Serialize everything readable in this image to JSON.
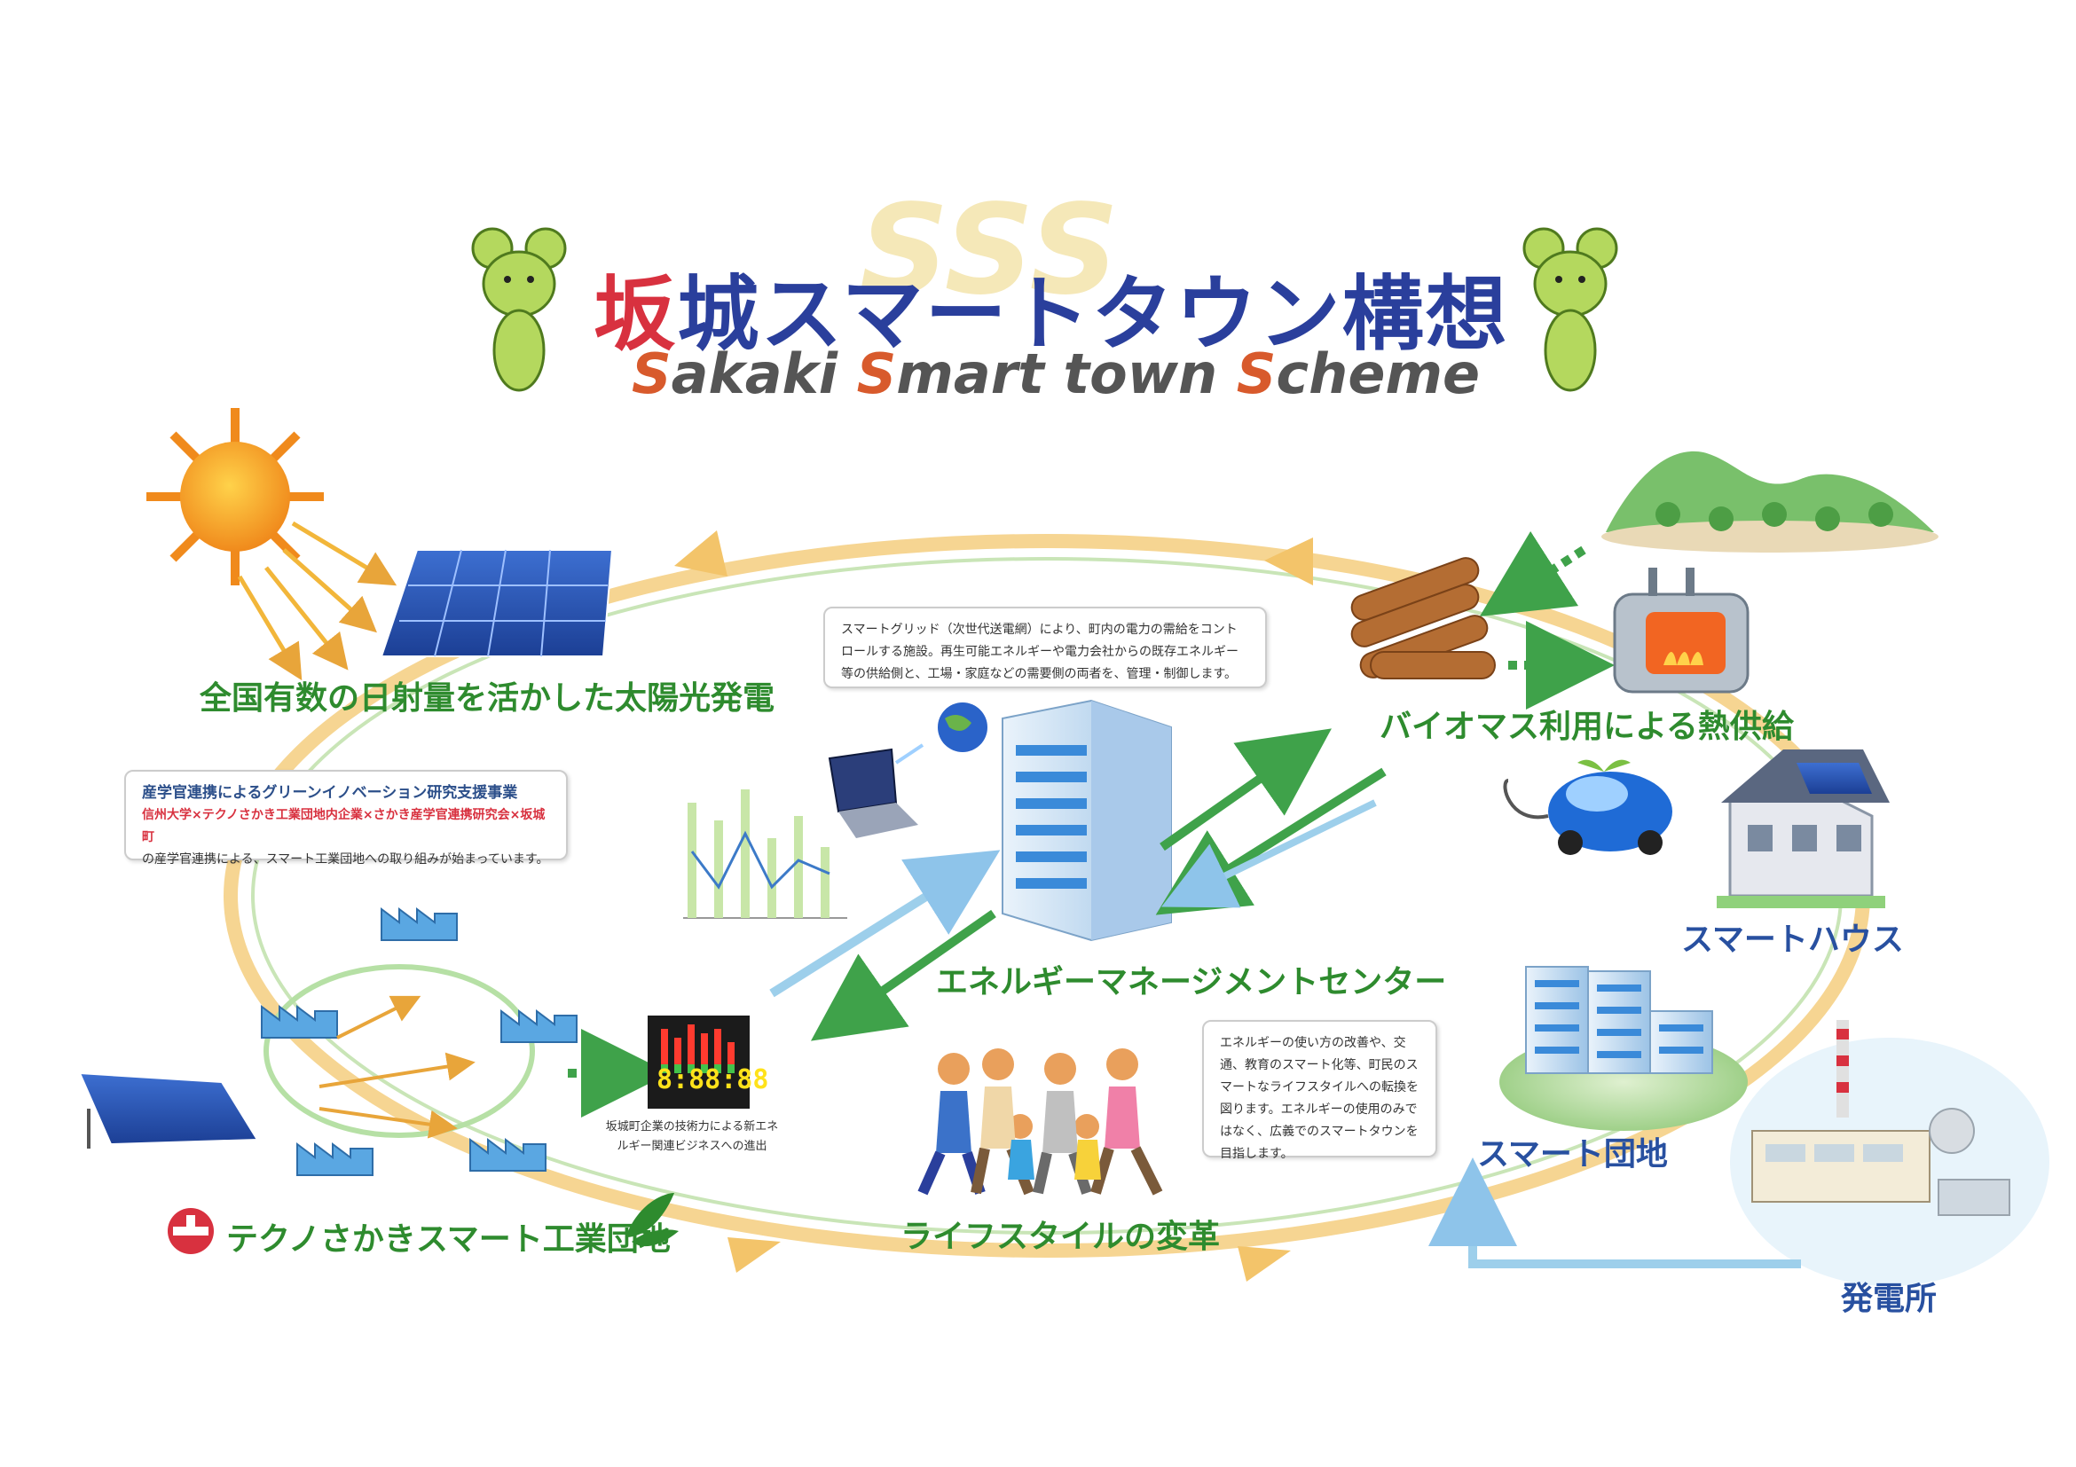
{
  "title": {
    "main_red": "坂",
    "main_blue": "城スマートタウン構想",
    "sub": "Sakaki Smart town Scheme",
    "sub_s1": "S",
    "sub_w1": "akaki ",
    "sub_s2": "S",
    "sub_w2": "mart town ",
    "sub_s3": "S",
    "sub_w3": "cheme",
    "backdrop": "SSS"
  },
  "labels": {
    "solar": "全国有数の日射量を活かした太陽光発電",
    "biomass": "バイオマス利用による熱供給",
    "smart_house": "スマートハウス",
    "ems": "エネルギーマネージメントセンター",
    "smart_danchi": "スマート団地",
    "lifestyle": "ライフスタイルの変革",
    "industrial": "テクノさかきスマート工業団地",
    "power_plant": "発電所"
  },
  "callouts": {
    "grid": "スマートグリッド（次世代送電網）により、町内の電力の需給をコントロールする施設。再生可能エネルギーや電力会社からの既存エネルギー等の供給側と、工場・家庭などの需要側の両者を、管理・制御します。",
    "research_head": "産学官連携によるグリーンイノベーション研究支援事業",
    "research_red": "信州大学×テクノさかき工業団地内企業×さかき産学官連携研究会×坂城町",
    "research_body": "の産学官連携による、スマート工業団地への取り組みが始まっています。",
    "lifestyle": "エネルギーの使い方の改善や、交通、教育のスマート化等、町民のスマートなライフスタイルへの転換を図ります。エネルギーの使用のみではなく、広義でのスマートタウンを目指します。",
    "business": "坂城町企業の技術力による新エネルギー関連ビジネスへの進出"
  },
  "display_digits": "8:88:88",
  "colors": {
    "title_red": "#d8313f",
    "title_blue": "#2a3f9c",
    "label_green": "#2e8b2e",
    "label_blue": "#2850a0",
    "loop_orange": "#f3c46a",
    "arrow_green": "#3fa24a",
    "arrow_blue": "#8ec4ea"
  },
  "icons": [
    "mascot-mouse-icon",
    "sun-icon",
    "solar-panel-icon",
    "mountain-icon",
    "firewood-icon",
    "boiler-icon",
    "electric-car-icon",
    "smart-house-icon",
    "office-building-icon",
    "laptop-icon",
    "globe-icon",
    "bar-chart-icon",
    "factory-icon",
    "apartment-icon",
    "power-plant-icon",
    "family-icon",
    "digital-display-icon",
    "company-logo-icon",
    "leaf-logo-icon"
  ]
}
